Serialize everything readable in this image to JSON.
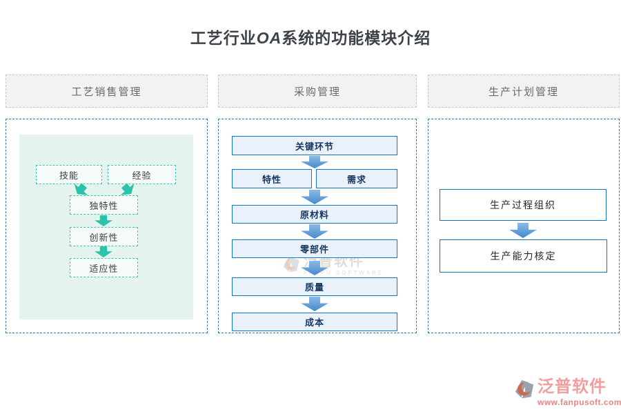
{
  "title": {
    "part1": "工艺行业",
    "part2": "OA",
    "part3": "系统的功能模块介绍"
  },
  "headers": {
    "sales": "工艺销售管理",
    "purchase": "采购管理",
    "production": "生产计划管理"
  },
  "sales_flow": {
    "skill": "技能",
    "experience": "经验",
    "uniqueness": "独特性",
    "innovation": "创新性",
    "adaptability": "适应性"
  },
  "purchase_flow": {
    "key_link": "关键环节",
    "characteristic": "特性",
    "demand": "需求",
    "raw_material": "原材料",
    "parts": "零部件",
    "quality": "质量",
    "cost": "成本"
  },
  "production_flow": {
    "process_org": "生产过程组织",
    "capacity_check": "生产能力核定"
  },
  "watermark": {
    "brand": "泛普软件",
    "brand_en": "FANPU SOFTWARE"
  },
  "footer": {
    "brand": "泛普软件",
    "website": "www.fanpusoft.com"
  },
  "colors": {
    "teal_accent": "#2cc3ac",
    "blue_border": "#1274bf",
    "blue_arrow": "#4389cb",
    "panel_dash_border": "#2e75b6",
    "mint_background": "#e5f4ee",
    "header_background": "#f2f2f2",
    "brand_pink": "#ef9f9f"
  }
}
